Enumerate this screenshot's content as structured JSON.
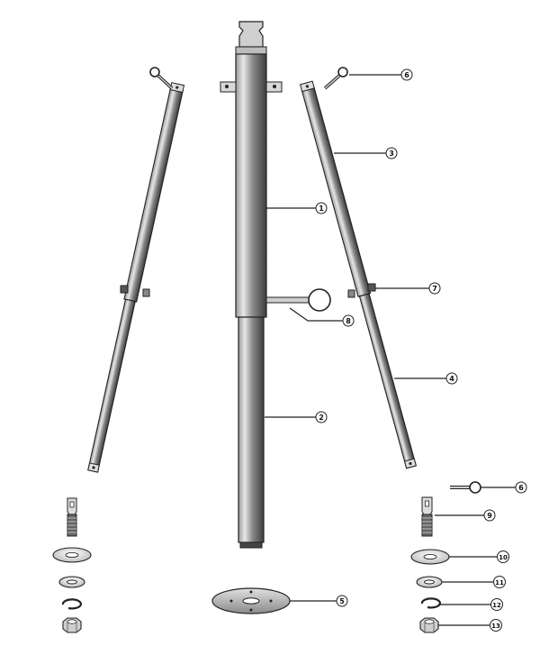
{
  "colors": {
    "metal_dark": "#555555",
    "metal_light": "#e6e6e6",
    "outline": "#222222",
    "background": "#ffffff"
  },
  "callouts": [
    {
      "id": "c1",
      "label": "1"
    },
    {
      "id": "c2",
      "label": "2"
    },
    {
      "id": "c3",
      "label": "3"
    },
    {
      "id": "c4",
      "label": "4"
    },
    {
      "id": "c5",
      "label": "5"
    },
    {
      "id": "c6a",
      "label": "6"
    },
    {
      "id": "c6b",
      "label": "6"
    },
    {
      "id": "c7",
      "label": "7"
    },
    {
      "id": "c8",
      "label": "8"
    },
    {
      "id": "c9",
      "label": "9"
    },
    {
      "id": "c10",
      "label": "10"
    },
    {
      "id": "c11",
      "label": "11"
    },
    {
      "id": "c12",
      "label": "12"
    },
    {
      "id": "c13",
      "label": "13"
    }
  ]
}
